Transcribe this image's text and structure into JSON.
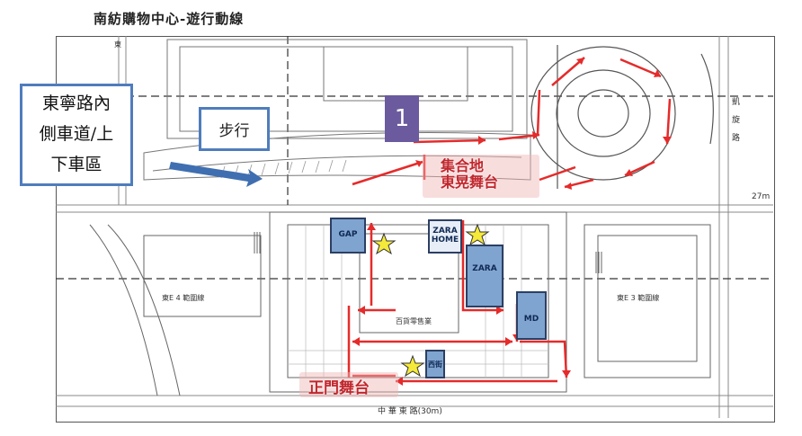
{
  "title": "南紡購物中心-遊行動線",
  "labels": {
    "left_box": [
      "東寧路內",
      "側車道/上",
      "下車區"
    ],
    "walk": "步行",
    "number": "1",
    "stage_top": [
      "集合地",
      "東晃舞台"
    ],
    "stage_bottom": "正門舞台"
  },
  "stores": {
    "gap": "GAP",
    "zara_home": [
      "ZARA",
      "HOME"
    ],
    "zara": "ZARA",
    "md": "MD",
    "small": "西街"
  },
  "map_text": {
    "road_south": "中 華 東 路(30m)",
    "road_east": [
      "凱",
      "旋",
      "路"
    ],
    "road_east_width": "27m",
    "zone_west": "東E 4 範圍線",
    "zone_east": "東E 3 範圍線",
    "dept_store": "百貨零售業",
    "north_letter": "東"
  },
  "colors": {
    "box_border": "#4f7dbd",
    "route": "#e52b2b",
    "store_fill": "#7fa4cf",
    "badge": "#6b5a9e",
    "star": "#f5e93a"
  }
}
